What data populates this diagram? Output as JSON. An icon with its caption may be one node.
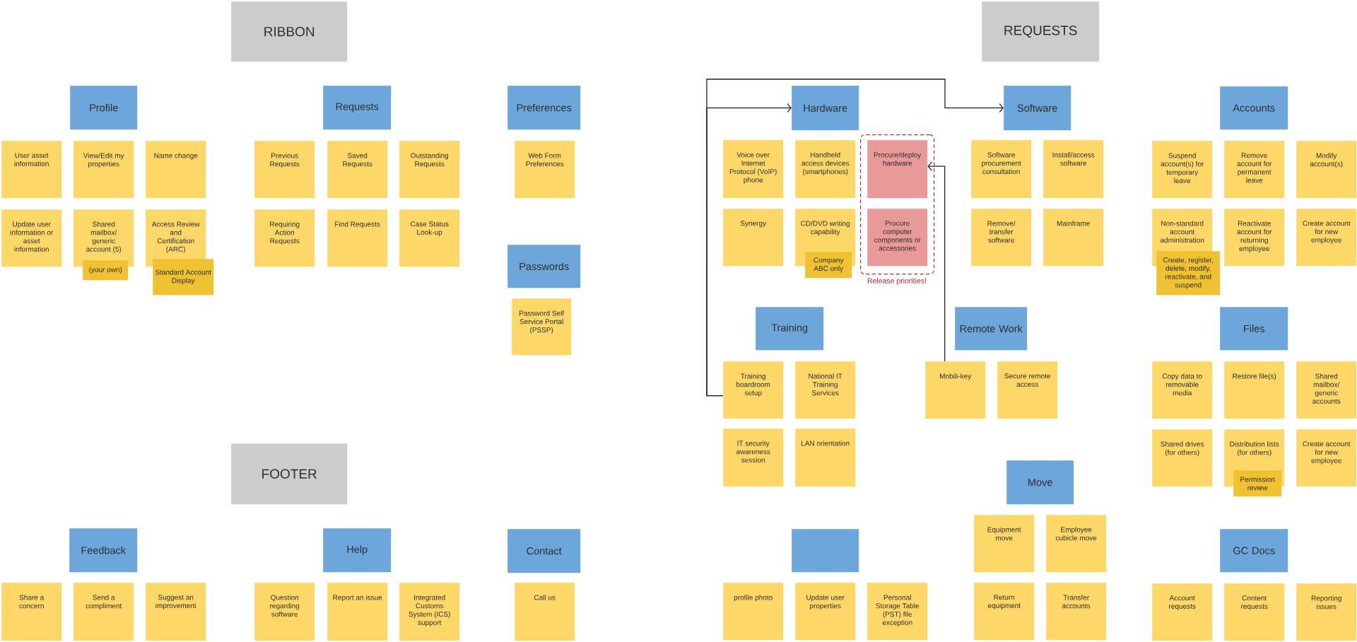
{
  "diagram": {
    "nodes": [
      {
        "text": [
          "RIBBON"
        ]
      },
      {
        "text": [
          "Profile"
        ]
      },
      {
        "text": [
          "User asset information"
        ]
      },
      {
        "text": [
          "View/Edit my properties"
        ]
      },
      {
        "text": [
          "Name change"
        ]
      },
      {
        "text": [
          "Update user information or asset information"
        ]
      },
      {
        "text": [
          "Shared mailbox/ generic account (5)"
        ]
      },
      {
        "text": [
          "(your own)"
        ]
      },
      {
        "text": [
          "Access Review and Certification (ARC)"
        ]
      },
      {
        "text": [
          "Standard Account Display"
        ]
      },
      {
        "text": [
          "Requests"
        ]
      },
      {
        "text": [
          "Previous Requests"
        ]
      },
      {
        "text": [
          "Saved Requests"
        ]
      },
      {
        "text": [
          "Outstanding Requests"
        ]
      },
      {
        "text": [
          "Requiring Action Requests"
        ]
      },
      {
        "text": [
          "Find Requests"
        ]
      },
      {
        "text": [
          "Case Status Look-up"
        ]
      },
      {
        "text": [
          "Preferences"
        ]
      },
      {
        "text": [
          "Web Form Preferences"
        ]
      },
      {
        "text": [
          "Passwords"
        ]
      },
      {
        "text": [
          "Password Self Service Portal (PSSP)"
        ]
      },
      {
        "text": [
          "FOOTER"
        ]
      },
      {
        "text": [
          "Feedback"
        ]
      },
      {
        "text": [
          "Share a concern"
        ]
      },
      {
        "text": [
          "Send a compliment"
        ]
      },
      {
        "text": [
          "Suggest an improvement"
        ]
      },
      {
        "text": [
          "Help"
        ]
      },
      {
        "text": [
          "Question regarding software"
        ]
      },
      {
        "text": [
          "Report an issue"
        ]
      },
      {
        "text": [
          "Integrated Customs System (ICS) support"
        ]
      },
      {
        "text": [
          "Contact"
        ]
      },
      {
        "text": [
          "Call us"
        ]
      },
      {
        "text": [
          "REQUESTS"
        ]
      },
      {
        "text": [
          "Hardware"
        ]
      },
      {
        "text": [
          "Voice over Internet Protocol (VoIP) phone"
        ]
      },
      {
        "text": [
          "Handheld access devices (smartphones)"
        ]
      },
      {
        "text": [
          "Release priorities!"
        ]
      },
      {
        "text": [
          "Procure/deploy hardware"
        ],
        "in": 36
      },
      {
        "text": [
          "Procure computer components or accessories"
        ],
        "in": 36
      },
      {
        "text": [
          "Synergy"
        ]
      },
      {
        "text": [
          "CD/DVD writing capability"
        ]
      },
      {
        "text": [
          "Company ABC only"
        ]
      },
      {
        "text": [
          "Software"
        ]
      },
      {
        "text": [
          "Software procurement consultation"
        ]
      },
      {
        "text": [
          "Install/access software"
        ]
      },
      {
        "text": [
          "Remove/ transfer software"
        ]
      },
      {
        "text": [
          "Mainframe"
        ]
      },
      {
        "text": [
          "Accounts"
        ]
      },
      {
        "text": [
          "Suspend account(s) for temporary leave"
        ]
      },
      {
        "text": [
          "Remove account for permanent leave"
        ]
      },
      {
        "text": [
          "Modify account(s)"
        ]
      },
      {
        "text": [
          "Non-standard account administration"
        ]
      },
      {
        "text": [
          "Create, register, delete, modify, reactivate, and suspend"
        ]
      },
      {
        "text": [
          "Reactivate account for returning employee"
        ]
      },
      {
        "text": [
          "Create account for new employee"
        ]
      },
      {
        "text": [
          "Training"
        ]
      },
      {
        "text": [
          "Training boardroom setup"
        ]
      },
      {
        "text": [
          "National IT Training Services"
        ]
      },
      {
        "text": [
          "IT security awareness session"
        ]
      },
      {
        "text": [
          "LAN orientation"
        ]
      },
      {
        "text": [
          "Remote Work"
        ]
      },
      {
        "text": [
          "Mobili-key"
        ]
      },
      {
        "text": [
          "Secure remote access"
        ]
      },
      {
        "text": [
          "Files"
        ]
      },
      {
        "text": [
          "Copy data to removable media"
        ]
      },
      {
        "text": [
          "Restore file(s)"
        ]
      },
      {
        "text": [
          "Shared mailbox/ generic accounts"
        ]
      },
      {
        "text": [
          "Shared drives (for others)"
        ]
      },
      {
        "text": [
          "Distribution lists (for others)"
        ]
      },
      {
        "text": [
          "Permission review"
        ]
      },
      {
        "text": [
          "Create account for new employee"
        ]
      },
      {
        "text": [
          "Move"
        ]
      },
      {
        "text": [
          "Equipment move"
        ]
      },
      {
        "text": [
          "Employee cubicle move"
        ]
      },
      {
        "text": [
          "Return equipment"
        ]
      },
      {
        "text": [
          "Transfer accounts"
        ]
      },
      {
        "text": [],
        "shape": "box"
      },
      {
        "text": [
          "profile photo"
        ]
      },
      {
        "text": [
          "Update user properties"
        ]
      },
      {
        "text": [
          "Personal Storage Table (PST) file exception"
        ]
      },
      {
        "text": [
          "GC Docs"
        ]
      },
      {
        "text": [
          "Account requests"
        ]
      },
      {
        "text": [
          "Content requests"
        ]
      },
      {
        "text": [
          "Reporting issues"
        ]
      }
    ],
    "edges": [
      {
        "from": 56,
        "to": 33,
        "arrow": "to"
      },
      {
        "from": 56,
        "to": 42,
        "arrow": "to"
      },
      {
        "from": 61,
        "to": 37,
        "arrow": "to"
      }
    ]
  }
}
